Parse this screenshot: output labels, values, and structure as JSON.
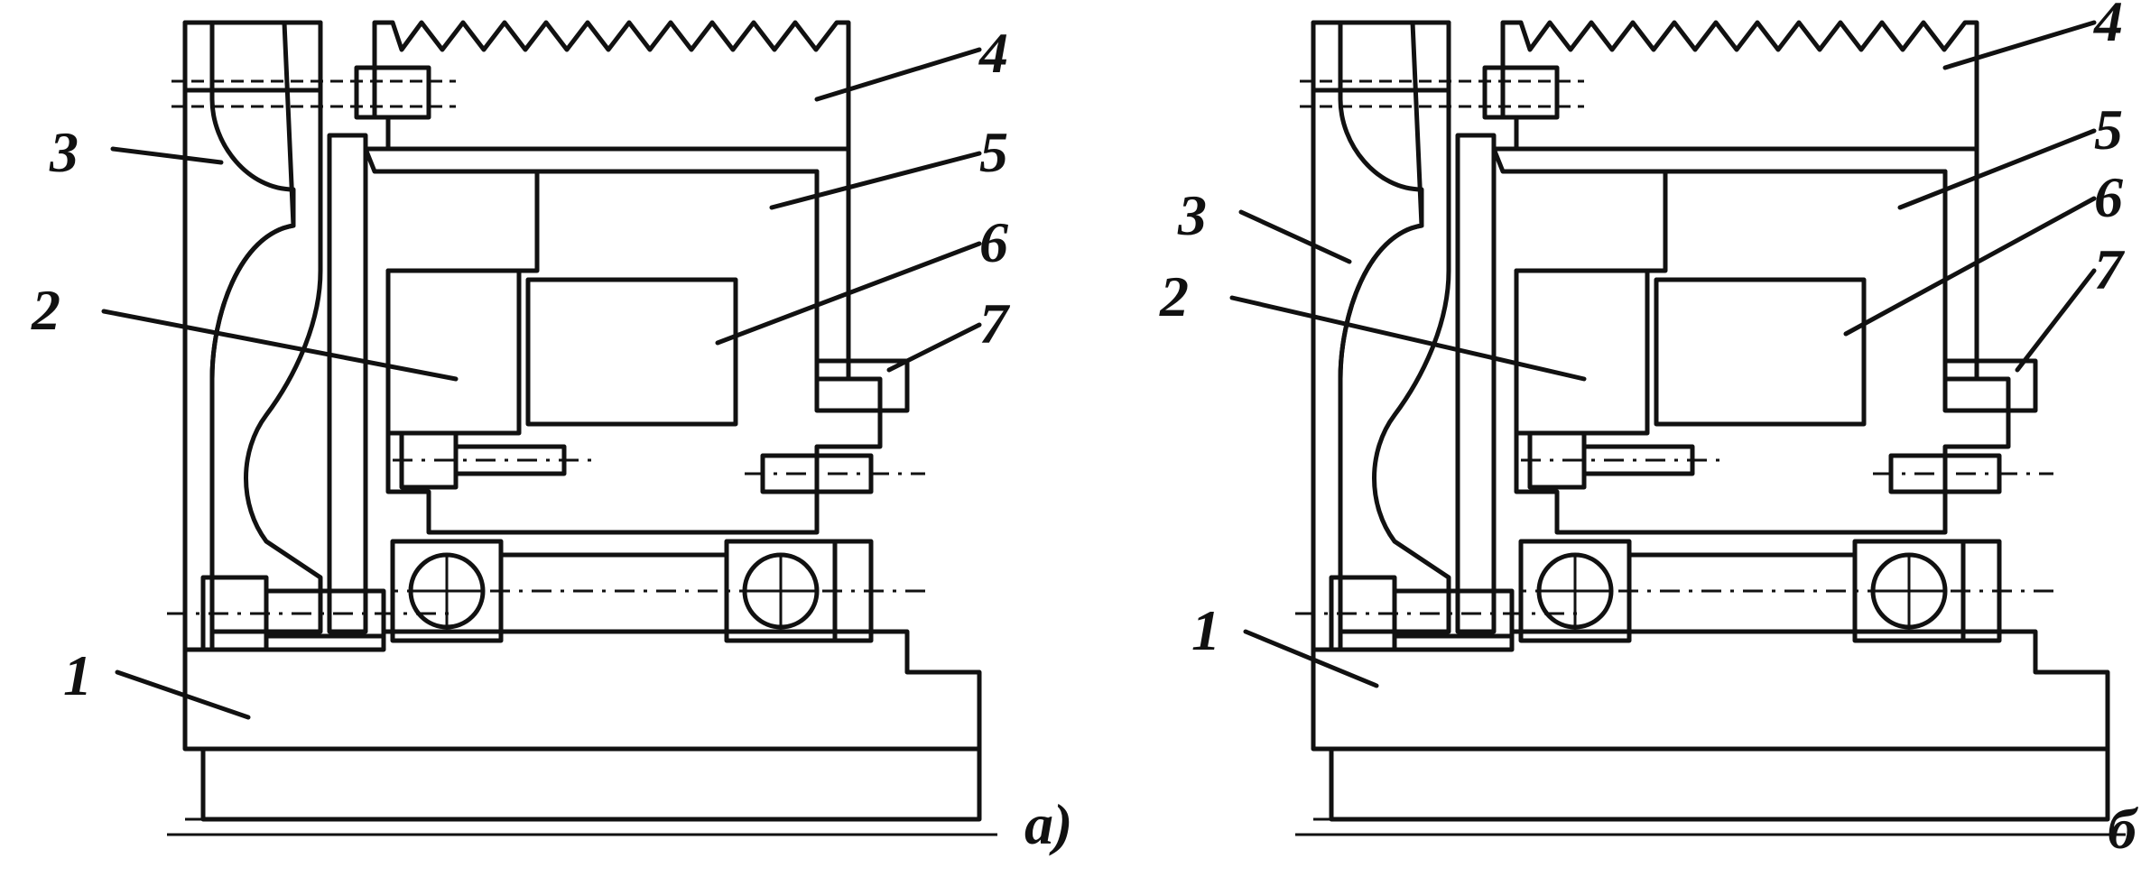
{
  "figure": {
    "ink_color": "#111111",
    "background_color": "#ffffff",
    "panels": [
      {
        "id": "a",
        "caption": "a)",
        "labels": {
          "p1": "1",
          "p2": "2",
          "p3": "3",
          "p4": "4",
          "p5": "5",
          "p6": "6",
          "p7": "7"
        }
      },
      {
        "id": "b",
        "caption": "б",
        "labels": {
          "p1": "1",
          "p2": "2",
          "p3": "3",
          "p4": "4",
          "p5": "5",
          "p6": "6",
          "p7": "7"
        }
      }
    ]
  }
}
